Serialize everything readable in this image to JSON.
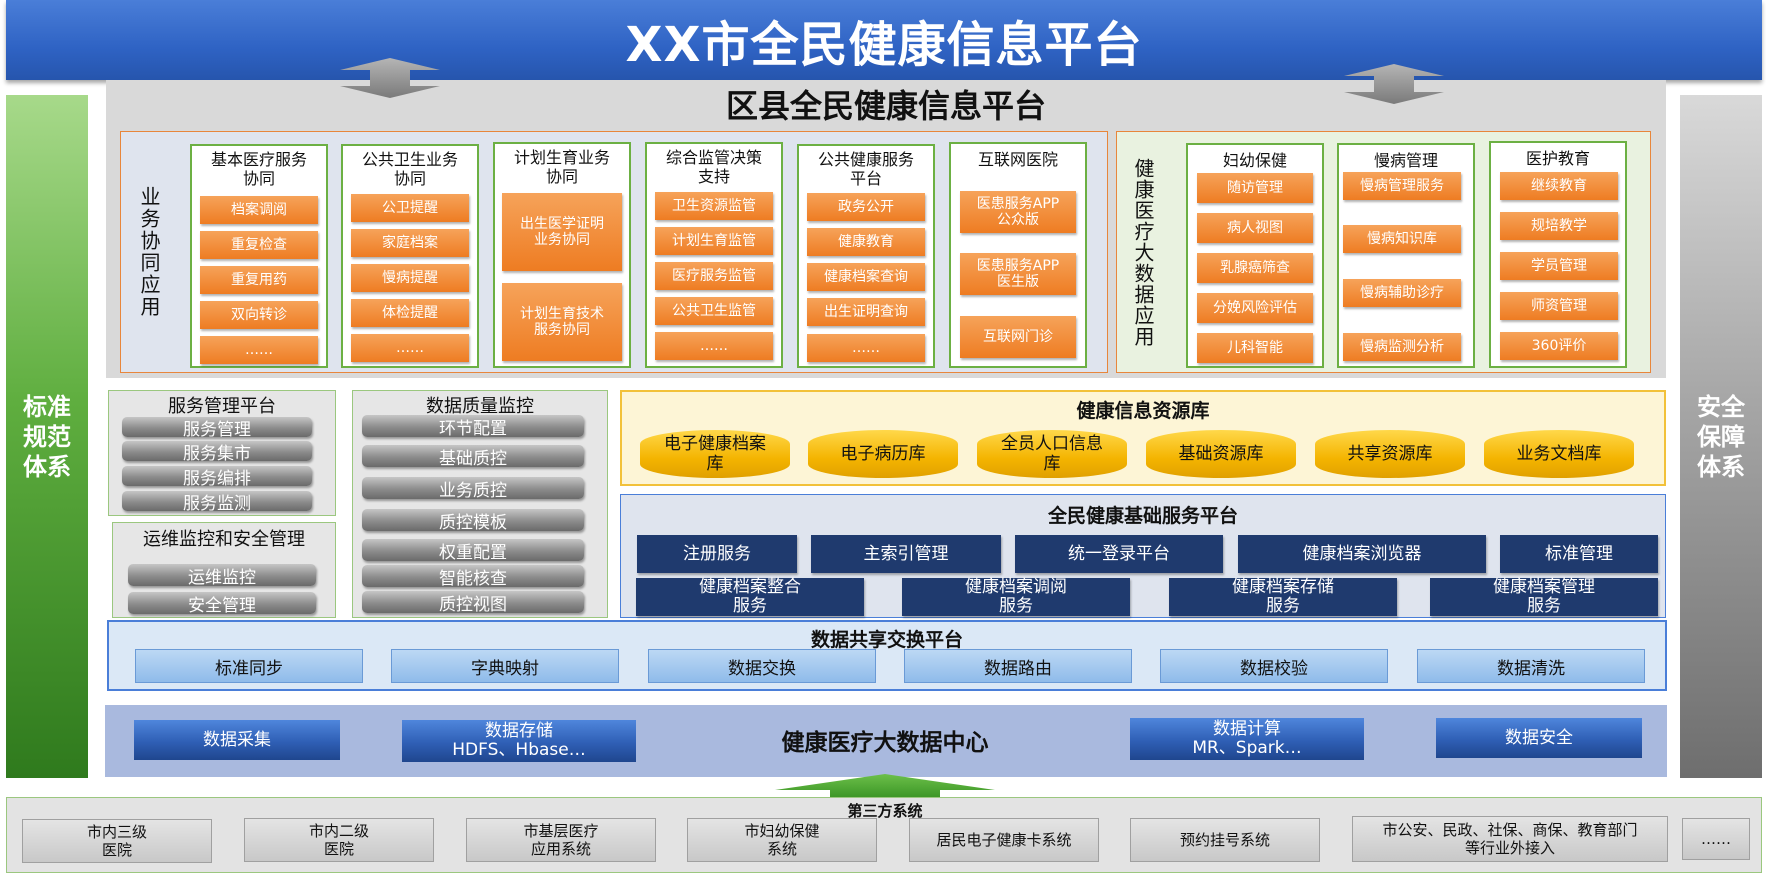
{
  "header": {
    "title": "XX市全民健康信息平台"
  },
  "left_pillar": "标准\n规范\n体系",
  "right_pillar": "安全\n保障\n体系",
  "district": {
    "title": "区县全民健康信息平台"
  },
  "business_apps": {
    "label": "业务协同应用",
    "columns": [
      {
        "title": "基本医疗服务\n协同",
        "items": [
          "档案调阅",
          "重复检查",
          "重复用药",
          "双向转诊",
          "……"
        ]
      },
      {
        "title": "公共卫生业务\n协同",
        "items": [
          "公卫提醒",
          "家庭档案",
          "慢病提醒",
          "体检提醒",
          "……"
        ]
      },
      {
        "title": "计划生育业务\n协同",
        "items": [
          "出生医学证明\n业务协同",
          "计划生育技术\n服务协同"
        ]
      },
      {
        "title": "综合监管决策\n支持",
        "items": [
          "卫生资源监管",
          "计划生育监管",
          "医疗服务监管",
          "公共卫生监管",
          "……"
        ]
      },
      {
        "title": "公共健康服务\n平台",
        "items": [
          "政务公开",
          "健康教育",
          "健康档案查询",
          "出生证明查询",
          "……"
        ]
      },
      {
        "title": "互联网医院",
        "items": [
          "医患服务APP\n公众版",
          "医患服务APP\n医生版",
          "互联网门诊"
        ]
      }
    ]
  },
  "bigdata_apps": {
    "label": "健康医疗大数据应用",
    "columns": [
      {
        "title": "妇幼保健",
        "items": [
          "随访管理",
          "病人视图",
          "乳腺癌筛查",
          "分娩风险评估",
          "儿科智能"
        ]
      },
      {
        "title": "慢病管理",
        "items": [
          "慢病管理服务",
          "慢病知识库",
          "慢病辅助诊疗",
          "慢病监测分析"
        ]
      },
      {
        "title": "医护教育",
        "items": [
          "继续教育",
          "规培教学",
          "学员管理",
          "师资管理",
          "360评价"
        ]
      }
    ]
  },
  "service_mgmt": {
    "title": "服务管理平台",
    "items": [
      "服务管理",
      "服务集市",
      "服务编排",
      "服务监测"
    ]
  },
  "ops_mgmt": {
    "title": "运维监控和安全管理",
    "items": [
      "运维监控",
      "安全管理"
    ]
  },
  "data_quality": {
    "title": "数据质量监控",
    "items": [
      "环节配置",
      "基础质控",
      "业务质控",
      "质控模板",
      "权重配置",
      "智能核查",
      "质控视图"
    ]
  },
  "resource_library": {
    "title": "健康信息资源库",
    "items": [
      "电子健康档案\n库",
      "电子病历库",
      "全员人口信息\n库",
      "基础资源库",
      "共享资源库",
      "业务文档库"
    ]
  },
  "base_service": {
    "title": "全民健康基础服务平台",
    "row1": [
      "注册服务",
      "主索引管理",
      "统一登录平台",
      "健康档案浏览器",
      "标准管理"
    ],
    "row2": [
      "健康档案整合\n服务",
      "健康档案调阅\n服务",
      "健康档案存储\n服务",
      "健康档案管理\n服务"
    ]
  },
  "sharing": {
    "title": "数据共享交换平台",
    "items": [
      "标准同步",
      "字典映射",
      "数据交换",
      "数据路由",
      "数据校验",
      "数据清洗"
    ]
  },
  "bigdata_center": {
    "title": "健康医疗大数据中心",
    "items": [
      "数据采集",
      "数据存储\nHDFS、Hbase…",
      "数据计算\nMR、Spark…",
      "数据安全"
    ]
  },
  "third_party": {
    "label": "第三方系统",
    "items": [
      "市内三级\n医院",
      "市内二级\n医院",
      "市基层医疗\n应用系统",
      "市妇幼保健\n系统",
      "居民电子健康卡系统",
      "预约挂号系统",
      "市公安、民政、社保、商保、教育部门\n等行业外接入",
      "……"
    ]
  },
  "colors": {
    "title_blue": "#2f63c4",
    "orange": "#ee7c22",
    "green": "#6cb043",
    "navy": "#1f3a6e",
    "gold": "#f4b400"
  }
}
